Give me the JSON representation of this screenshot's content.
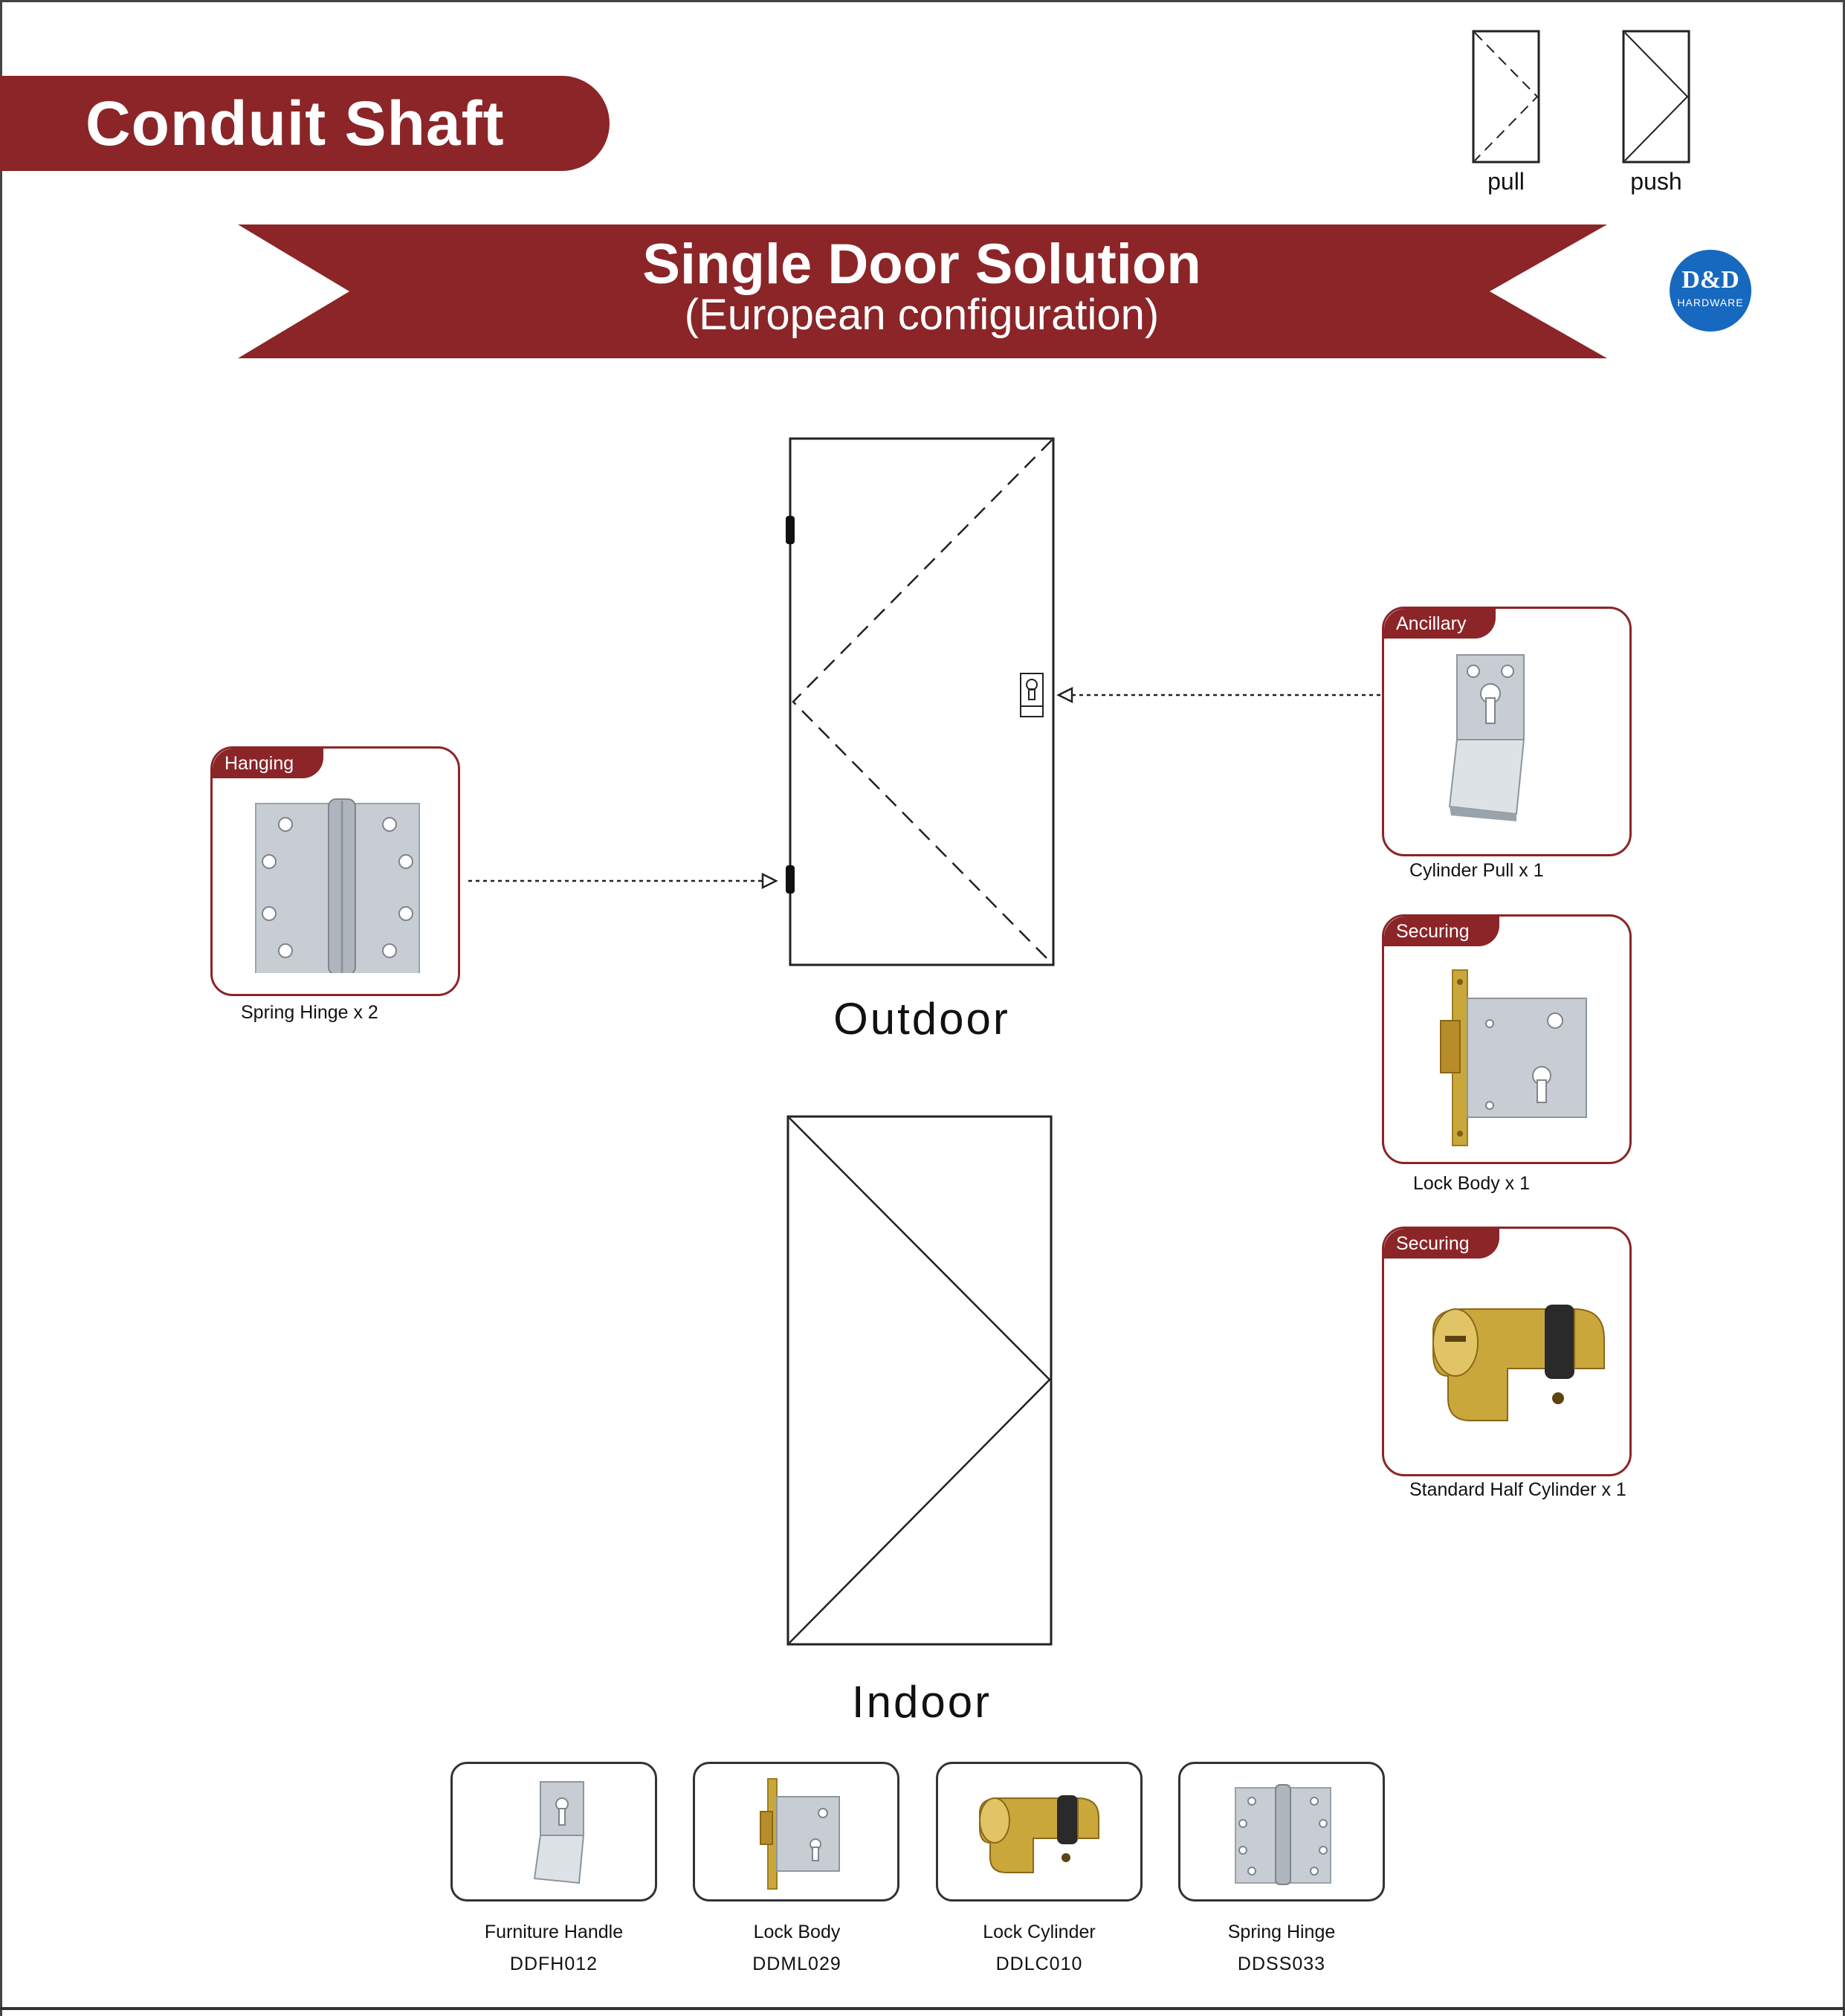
{
  "header": {
    "title": "Conduit Shaft"
  },
  "legend": {
    "pull_label": "pull",
    "push_label": "push"
  },
  "banner": {
    "title": "Single Door Solution",
    "subtitle": "(European configuration)"
  },
  "logo": {
    "brand": "D&D",
    "tagline": "HARDWARE"
  },
  "doors": {
    "outdoor_label": "Outdoor",
    "indoor_label": "Indoor"
  },
  "components": [
    {
      "category": "Hanging",
      "caption": "Spring Hinge x 2",
      "icon": "spring-hinge-icon"
    },
    {
      "category": "Ancillary",
      "caption": "Cylinder Pull  x 1",
      "icon": "cylinder-pull-icon"
    },
    {
      "category": "Securing",
      "caption": "Lock Body x 1",
      "icon": "lock-body-icon"
    },
    {
      "category": "Securing",
      "caption": "Standard Half Cylinder x 1",
      "icon": "half-cylinder-icon"
    }
  ],
  "products": [
    {
      "name": "Furniture Handle",
      "code": "DDFH012",
      "icon": "cylinder-pull-icon"
    },
    {
      "name": "Lock Body",
      "code": "DDML029",
      "icon": "lock-body-icon"
    },
    {
      "name": "Lock Cylinder",
      "code": "DDLC010",
      "icon": "half-cylinder-icon"
    },
    {
      "name": "Spring Hinge",
      "code": "DDSS033",
      "icon": "spring-hinge-icon"
    }
  ],
  "colors": {
    "brand_red": "#8b2528",
    "logo_blue": "#1768bf",
    "brass": "#c9a73a",
    "steel": "#c7cdd3"
  }
}
